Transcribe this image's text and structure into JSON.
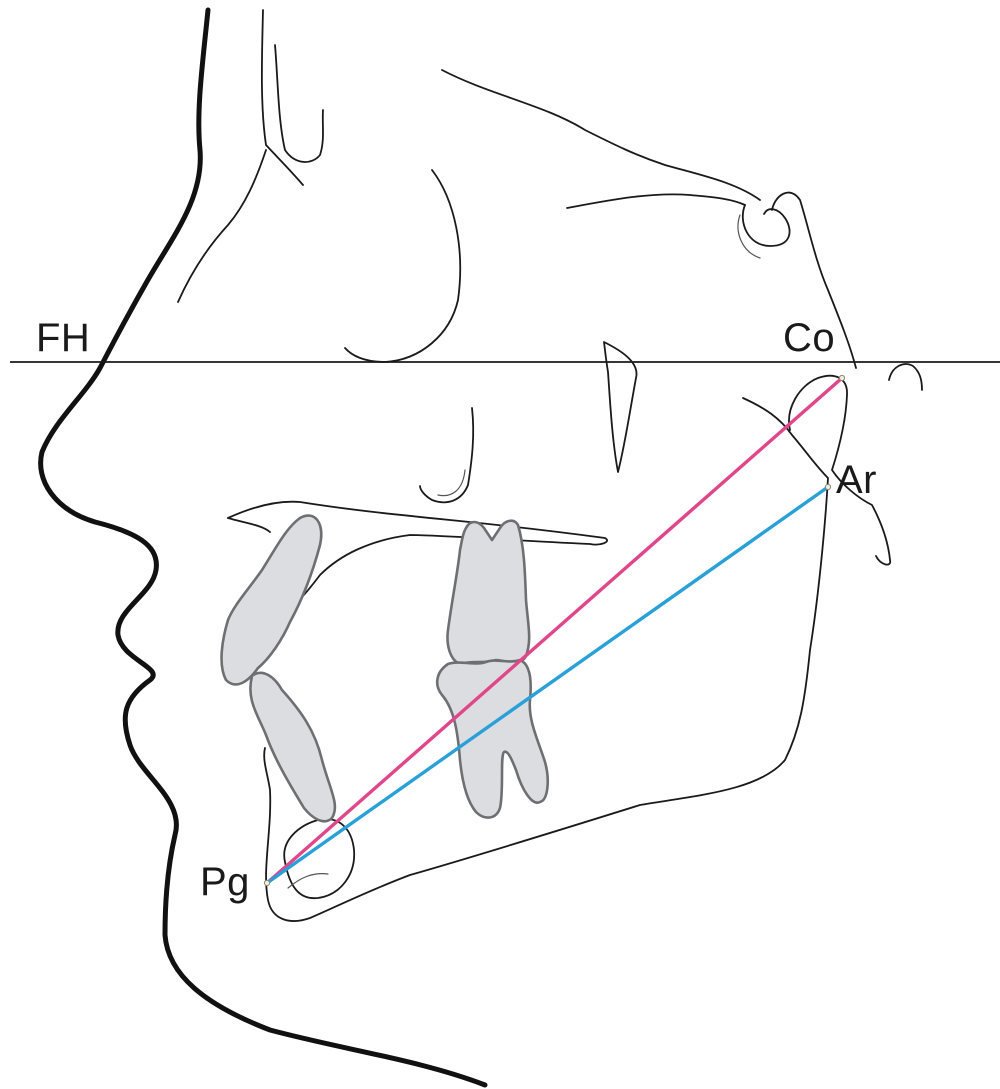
{
  "labels": {
    "fh": "FH",
    "co": "Co",
    "ar": "Ar",
    "pg": "Pg"
  },
  "colors": {
    "co_pg_line": "#e0478a",
    "ar_pg_line": "#2aa0d8",
    "tooth_fill": "#dcdde0",
    "outline": "#1a1a1a"
  }
}
